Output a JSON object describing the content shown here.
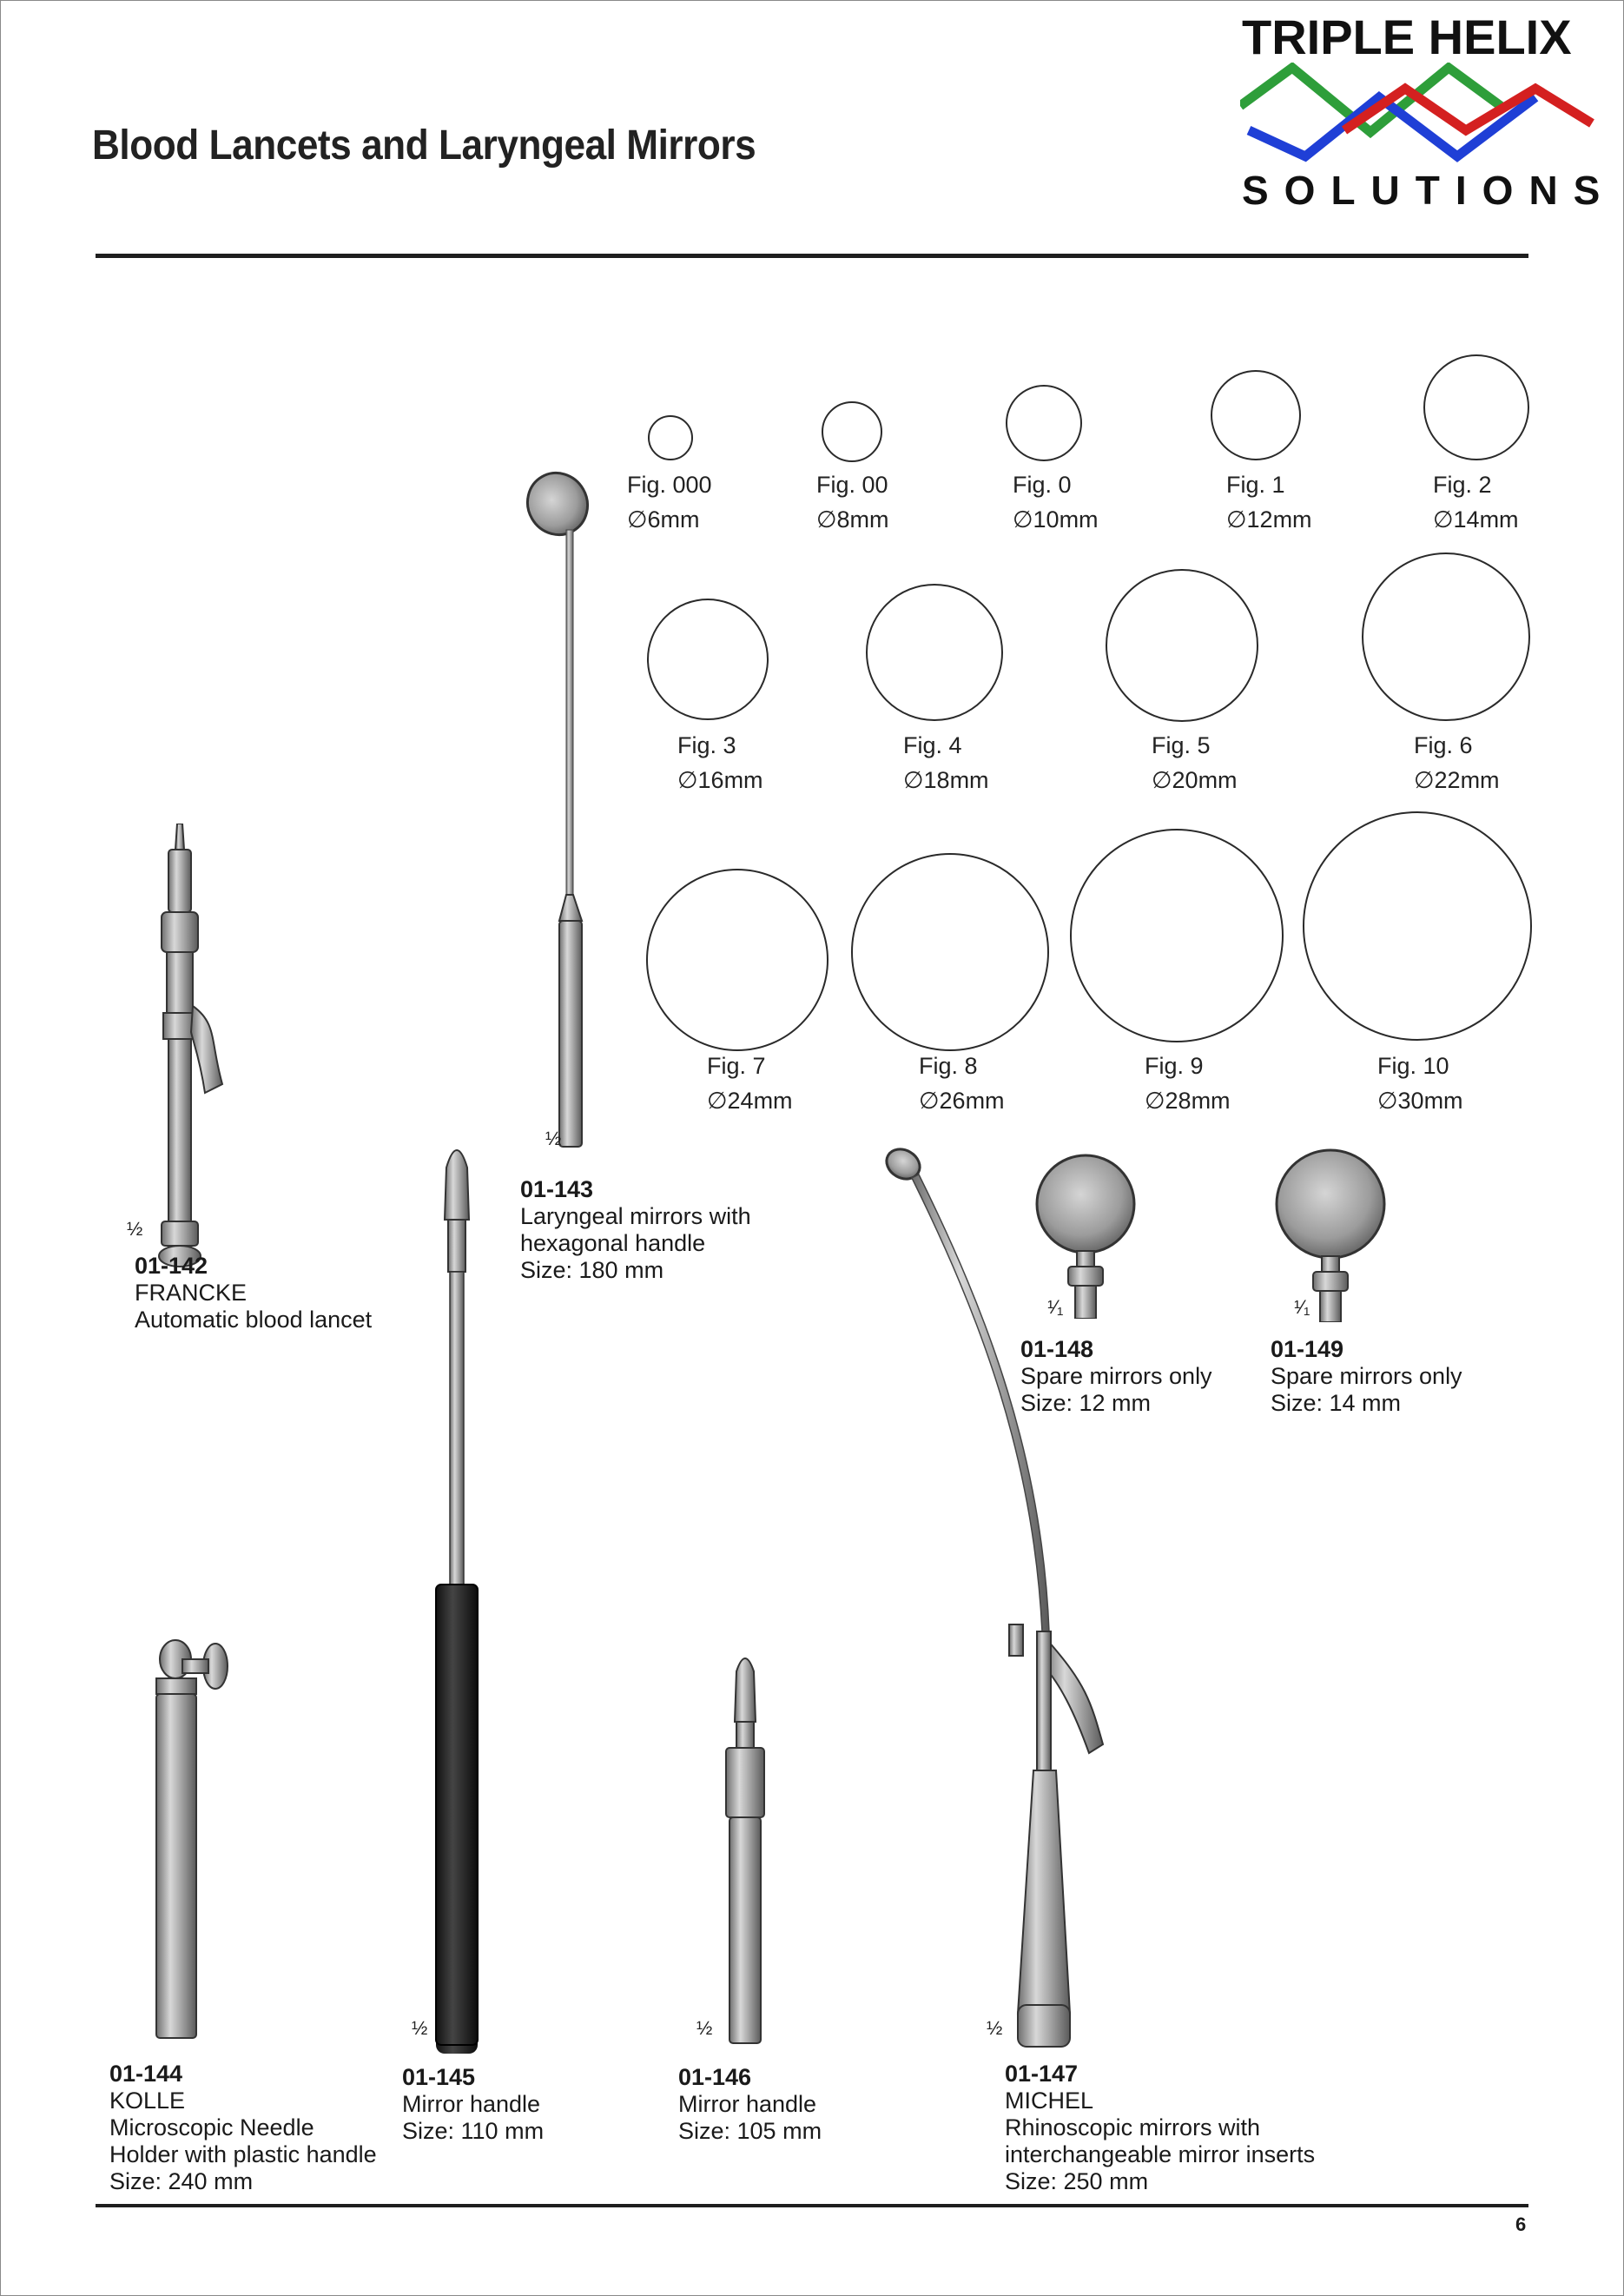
{
  "page": {
    "title": "Blood Lancets and Laryngeal Mirrors",
    "page_number": "6"
  },
  "logo": {
    "top_text": "TRIPLE HELIX",
    "bottom_text": "SOLUTIONS",
    "colors": [
      "#2e9e3a",
      "#1f3fd6",
      "#d42020"
    ]
  },
  "mirror_sizes": [
    {
      "fig": "Fig. 000",
      "size": "6mm"
    },
    {
      "fig": "Fig. 00",
      "size": "8mm"
    },
    {
      "fig": "Fig. 0",
      "size": "10mm"
    },
    {
      "fig": "Fig. 1",
      "size": "12mm"
    },
    {
      "fig": "Fig. 2",
      "size": "14mm"
    },
    {
      "fig": "Fig. 3",
      "size": "16mm"
    },
    {
      "fig": "Fig. 4",
      "size": "18mm"
    },
    {
      "fig": "Fig. 5",
      "size": "20mm"
    },
    {
      "fig": "Fig. 6",
      "size": "22mm"
    },
    {
      "fig": "Fig. 7",
      "size": "24mm"
    },
    {
      "fig": "Fig. 8",
      "size": "26mm"
    },
    {
      "fig": "Fig. 9",
      "size": "28mm"
    },
    {
      "fig": "Fig. 10",
      "size": "30mm"
    }
  ],
  "diameter_symbol": "∅",
  "products": {
    "p142": {
      "code": "01-142",
      "lines": [
        "FRANCKE",
        "Automatic blood lancet"
      ],
      "scale": "½"
    },
    "p143": {
      "code": "01-143",
      "lines": [
        "Laryngeal mirrors with",
        "hexagonal handle",
        "Size: 180 mm"
      ],
      "scale": "½"
    },
    "p148": {
      "code": "01-148",
      "lines": [
        "Spare mirrors only",
        "Size: 12 mm"
      ],
      "scale": "¹⁄₁"
    },
    "p149": {
      "code": "01-149",
      "lines": [
        "Spare mirrors only",
        "Size: 14 mm"
      ],
      "scale": "¹⁄₁"
    },
    "p144": {
      "code": "01-144",
      "lines": [
        "KOLLE",
        "Microscopic Needle",
        "Holder with plastic handle",
        "Size: 240 mm"
      ]
    },
    "p145": {
      "code": "01-145",
      "lines": [
        "Mirror handle",
        "Size: 110 mm"
      ],
      "scale": "½"
    },
    "p146": {
      "code": "01-146",
      "lines": [
        "Mirror handle",
        "Size: 105 mm"
      ],
      "scale": "½"
    },
    "p147": {
      "code": "01-147",
      "lines": [
        "MICHEL",
        "Rhinoscopic mirrors with",
        "interchangeable mirror inserts",
        "Size: 250 mm"
      ],
      "scale": "½"
    }
  }
}
